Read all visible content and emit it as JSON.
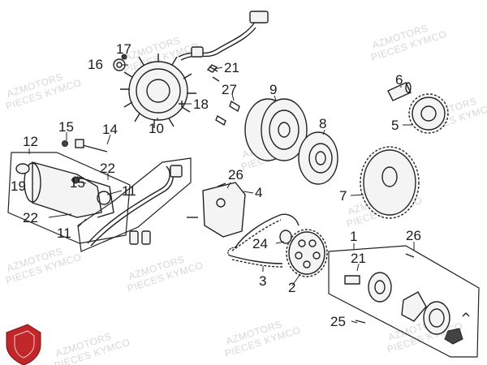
{
  "watermark": {
    "line1": "AZMOTORS",
    "line2": "PIECES KYMCO"
  },
  "labels": [
    "1",
    "2",
    "3",
    "4",
    "5",
    "6",
    "7",
    "8",
    "9",
    "10",
    "11",
    "11",
    "12",
    "14",
    "15",
    "15",
    "16",
    "17",
    "18",
    "19",
    "21",
    "21",
    "22",
    "22",
    "24",
    "25",
    "26",
    "26",
    "27"
  ],
  "colors": {
    "logo": "#c0262a",
    "line": "#222222",
    "label": "#1a1a1a",
    "watermark": "#d7d7d7"
  }
}
